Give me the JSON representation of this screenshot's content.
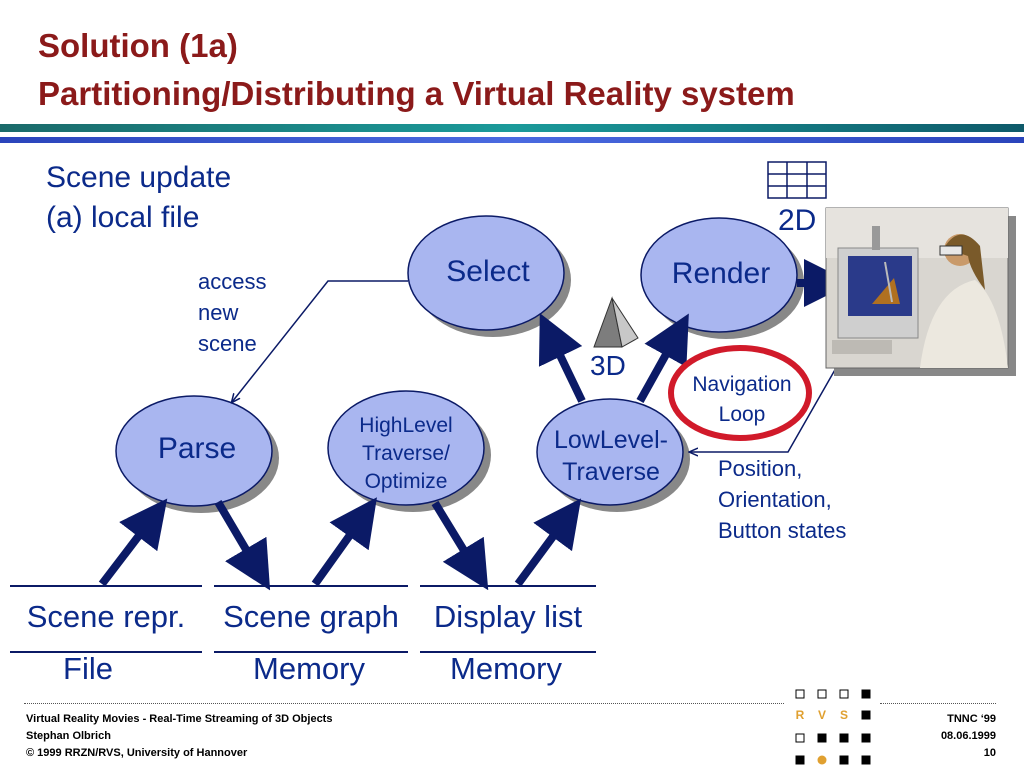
{
  "slide": {
    "title_line1": "Solution (1a)",
    "title_line2": "Partitioning/Distributing a Virtual Reality system",
    "subtitle_line1": "Scene update",
    "subtitle_line2": "(a) local file"
  },
  "nodes": {
    "select": "Select",
    "render": "Render",
    "parse": "Parse",
    "highlevel": "HighLevel\nTraverse/\nOptimize",
    "lowlevel": "LowLevel-\nTraverse"
  },
  "labels": {
    "access": "access\nnew\nscene",
    "three_d": "3D",
    "two_d": "2D",
    "navigation": "Navigation\nLoop",
    "position": "Position,\nOrientation,\nButton states"
  },
  "stores": [
    {
      "name": "Scene repr.",
      "type": "File"
    },
    {
      "name": "Scene graph",
      "type": "Memory"
    },
    {
      "name": "Display list",
      "type": "Memory"
    }
  ],
  "footer": {
    "line1": "Virtual Reality Movies - Real-Time Streaming of 3D Objects",
    "line2": "Stephan Olbrich",
    "line3": "© 1999 RRZN/RVS, University of Hannover",
    "conf": "TNNC ‘99",
    "date": "08.06.1999",
    "page": "10",
    "logo_r": "R",
    "logo_v": "V",
    "logo_s": "S"
  },
  "colors": {
    "title": "#8b1a1a",
    "text": "#0b2a8a",
    "node_fill": "#a9b6f0",
    "arrow": "#0b1a66",
    "highlight_ring": "#d11a2a",
    "header_teal": "#1a8a8a",
    "header_blue": "#3355cc",
    "logo_orange": "#e0a030"
  },
  "icons": [
    "grid-2d-icon",
    "pyramid-3d-icon",
    "vr-user-photo"
  ]
}
